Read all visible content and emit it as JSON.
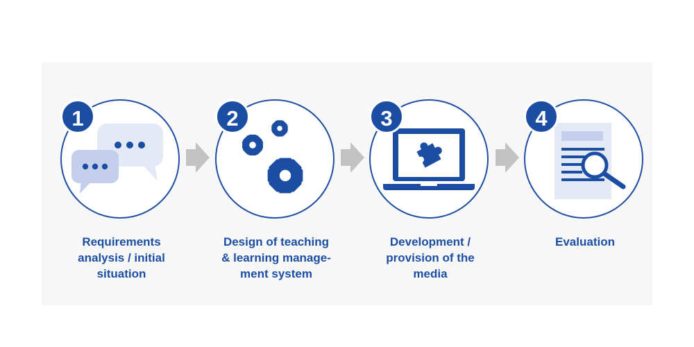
{
  "colors": {
    "primary": "#1b4ea3",
    "light_blue": "#cfd8ee",
    "lighter_blue": "#e4e9f6",
    "arrow_gray": "#c2c2c2",
    "panel_bg": "#f7f7f8"
  },
  "steps": [
    {
      "number": "1",
      "icon": "chat-bubbles-icon",
      "label_lines": [
        "Requirements",
        "analysis / initial",
        "situation"
      ]
    },
    {
      "number": "2",
      "icon": "gears-icon",
      "label_lines": [
        "Design of teaching",
        "& learning manage-",
        "ment system"
      ]
    },
    {
      "number": "3",
      "icon": "laptop-puzzle-icon",
      "label_lines": [
        "Development /",
        "provision of the",
        "media"
      ]
    },
    {
      "number": "4",
      "icon": "document-magnifier-icon",
      "label_lines": [
        "Evaluation"
      ]
    }
  ],
  "connectors": [
    "arrow-right-icon",
    "arrow-right-icon",
    "arrow-right-icon"
  ]
}
